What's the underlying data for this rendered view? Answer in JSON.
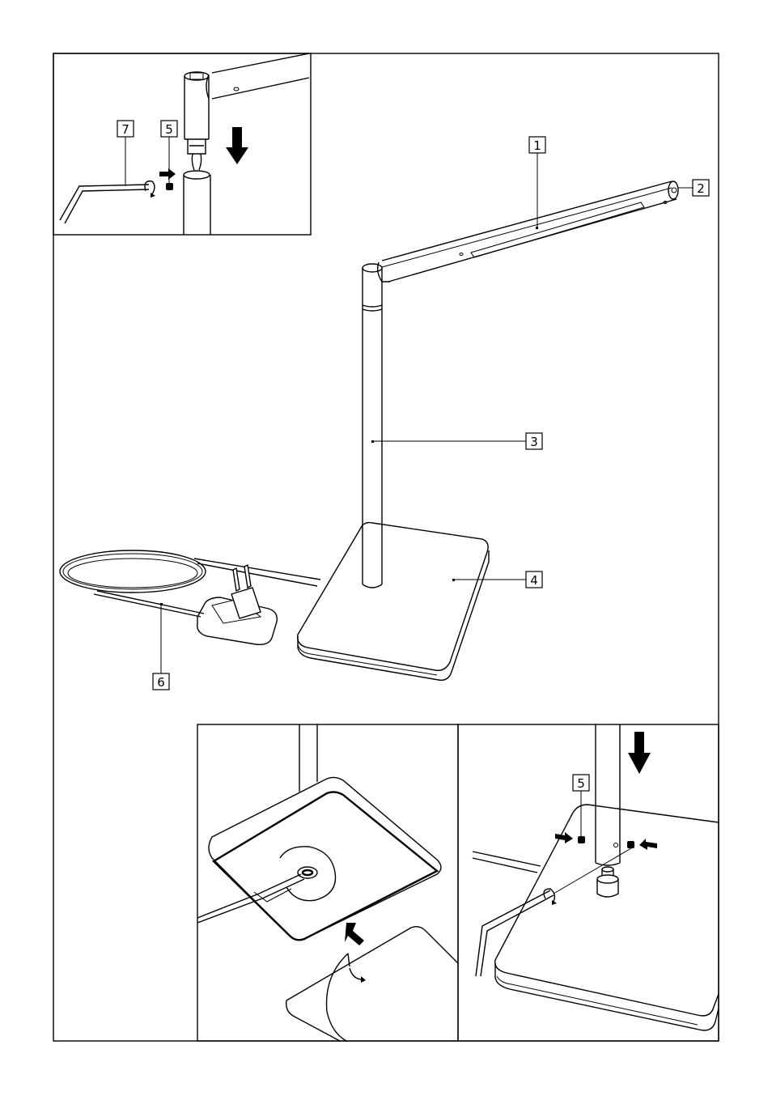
{
  "callouts": {
    "main_arm": "1",
    "main_head": "2",
    "main_pole": "3",
    "main_base": "4",
    "main_cable": "6",
    "inset_top_screw": "5",
    "inset_top_key": "7",
    "inset_br_screw": "5"
  }
}
